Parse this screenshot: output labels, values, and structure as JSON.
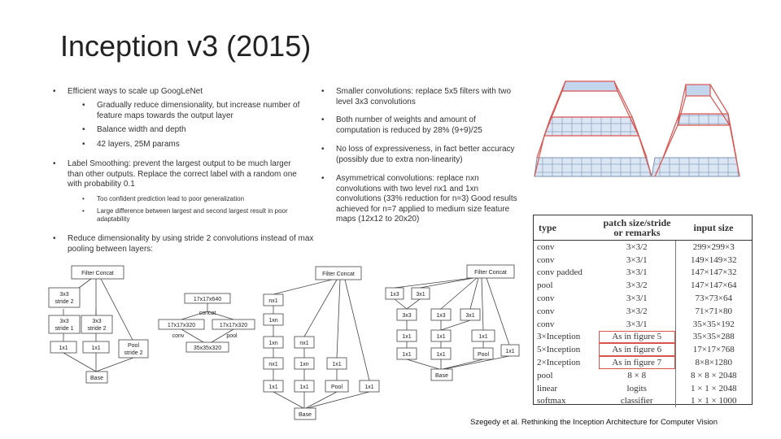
{
  "slide": {
    "title": "Inception v3 (2015)",
    "left_bullets": [
      {
        "text": "Efficient ways to scale up GoogLeNet",
        "sub": [
          "Gradually reduce dimensionality, but increase number of feature maps towards the output layer",
          "Balance width and depth",
          "42 layers, 25M params"
        ]
      },
      {
        "text": "Label Smoothing: prevent the largest output to be much larger than other outputs. Replace the correct label with a random one with probability 0.1",
        "sub": [
          "Too confident prediction lead to poor generalization",
          "Large difference between largest and second largest result in poor adaptability"
        ]
      },
      {
        "text": "Reduce dimensionality by using stride 2 convolutions instead of max pooling between layers:",
        "sub": []
      }
    ],
    "right_bullets": [
      "Smaller convolutions: replace 5x5 filters with two level 3x3 convolutions",
      "Both number of weights and amount of computation is reduced by 28% (9+9)/25",
      "No loss of expressiveness, in fact better accuracy (possibly due to extra non-linearity)",
      "Asymmetrical convolutions: replace nxn convolutions with two level nx1 and 1xn convolutions (33% reduction for n=3) Good results achieved for n=7 applied to medium size feature maps (12x12 to 20x20)"
    ],
    "bullet_glyph": "•",
    "citation": "Szegedy et al. Rethinking the Inception Architecture for Computer Vision"
  },
  "table": {
    "headers": [
      "type",
      "patch size/stride or remarks",
      "input size"
    ],
    "rows": [
      [
        "conv",
        "3×3/2",
        "299×299×3"
      ],
      [
        "conv",
        "3×3/1",
        "149×149×32"
      ],
      [
        "conv padded",
        "3×3/1",
        "147×147×32"
      ],
      [
        "pool",
        "3×3/2",
        "147×147×64"
      ],
      [
        "conv",
        "3×3/1",
        "73×73×64"
      ],
      [
        "conv",
        "3×3/2",
        "71×71×80"
      ],
      [
        "conv",
        "3×3/1",
        "35×35×192"
      ],
      [
        "3×Inception",
        "As in figure 5",
        "35×35×288"
      ],
      [
        "5×Inception",
        "As in figure 6",
        "17×17×768"
      ],
      [
        "2×Inception",
        "As in figure 7",
        "8×8×1280"
      ],
      [
        "pool",
        "8 × 8",
        "8 × 8 × 2048"
      ],
      [
        "linear",
        "logits",
        "1 × 1 × 2048"
      ],
      [
        "softmax",
        "classifier",
        "1 × 1 × 1000"
      ]
    ]
  },
  "diagrams": {
    "d1": {
      "concat": "Filter Concat",
      "c3s2_l1": "3x3",
      "c3s2_l2": "stride 2",
      "c3s1_l1": "3x3",
      "c3s1_l2": "stride 1",
      "c3s2b_l1": "3x3",
      "c3s2b_l2": "stride 2",
      "c1a": "1x1",
      "c1b": "1x1",
      "pool_l1": "Pool",
      "pool_l2": "stride 2",
      "base": "Base"
    },
    "d2": {
      "top": "17x17x640",
      "concat": "concat",
      "left": "17x17x320",
      "right": "17x17x320",
      "conv": "conv",
      "pool": "pool",
      "bottom": "35x35x320"
    },
    "d3": {
      "concat": "Filter Concat",
      "a1": "1xn",
      "a2": "nx1",
      "a3": "1xn",
      "a4": "nx1",
      "a5": "1x1",
      "b1": "1xn",
      "b2": "nx1",
      "b3": "1x1",
      "c1": "1x1",
      "c2": "Pool",
      "d1": "1x1",
      "base": "Base"
    },
    "d4": {
      "concat": "Filter Concat",
      "a1": "1x3",
      "a2": "3x1",
      "a3": "3x3",
      "a4": "1x1",
      "b1": "1x3",
      "b2": "3x1",
      "b3": "1x1",
      "c1": "Pool",
      "c2": "1x1",
      "d1": "1x1",
      "base": "Base"
    }
  },
  "colors": {
    "highlight": "#d9534f",
    "grid_blue": "#c9d9ee"
  }
}
